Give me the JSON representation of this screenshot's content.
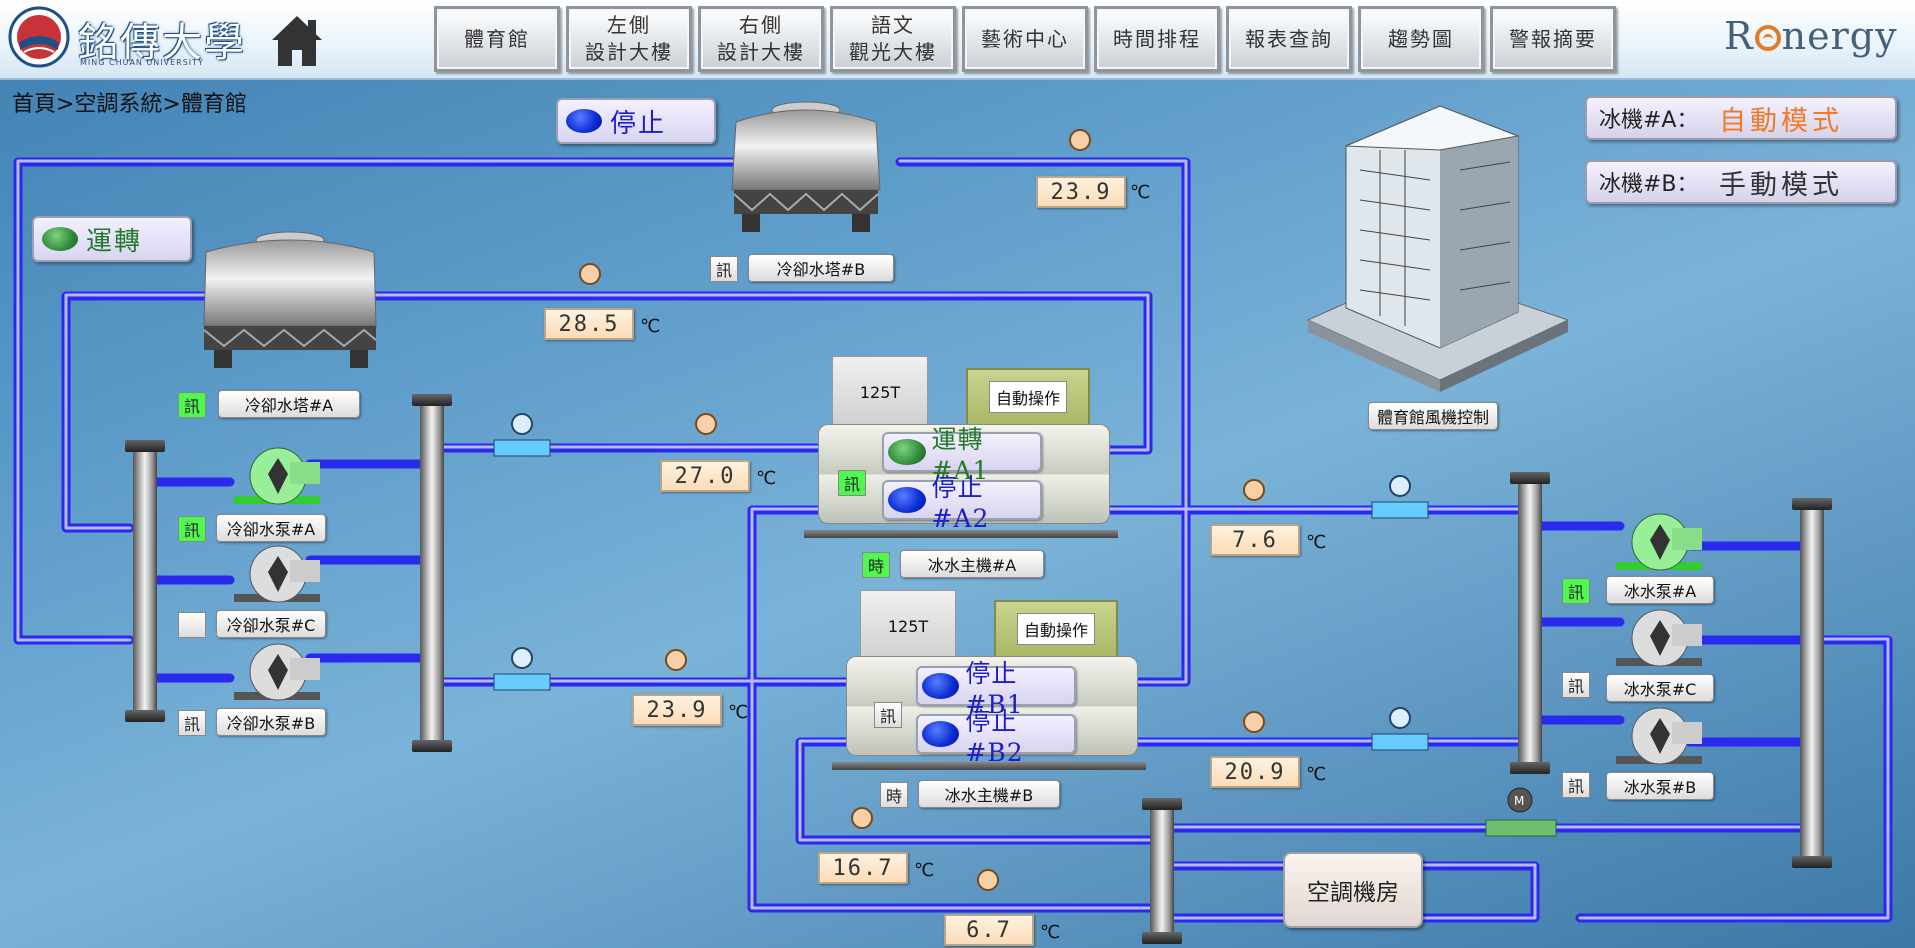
{
  "header": {
    "logo_text": "銘傳大學",
    "logo_sub": "MING CHUAN UNIVERSITY",
    "nav": [
      {
        "label": "體育館"
      },
      {
        "label": "左側\n設計大樓"
      },
      {
        "label": "右側\n設計大樓"
      },
      {
        "label": "語文\n觀光大樓"
      },
      {
        "label": "藝術中心"
      },
      {
        "label": "時間排程"
      },
      {
        "label": "報表查詢"
      },
      {
        "label": "趨勢圖"
      },
      {
        "label": "警報摘要"
      }
    ],
    "brand": {
      "pre": "R",
      "post": "nergy"
    }
  },
  "breadcrumb": "首頁>空調系統>體育館",
  "status": {
    "tower_b": {
      "text": "停止",
      "state": "stop"
    },
    "tower_a": {
      "text": "運轉",
      "state": "run"
    }
  },
  "chiller_modes": [
    {
      "label": "冰機#A：",
      "value": "自動模式",
      "color": "#f07a2a"
    },
    {
      "label": "冰機#B：",
      "value": "手動模式",
      "color": "#333333"
    }
  ],
  "building_label": "體育館風機控制",
  "labels": {
    "tower_b": "冷卻水塔#B",
    "tower_a": "冷卻水塔#A",
    "cw_pump_a": "冷卻水泵#A",
    "cw_pump_c": "冷卻水泵#C",
    "cw_pump_b": "冷卻水泵#B",
    "chiller_a": "冰水主機#A",
    "chiller_b": "冰水主機#B",
    "chw_pump_a": "冰水泵#A",
    "chw_pump_c": "冰水泵#C",
    "chw_pump_b": "冰水泵#B"
  },
  "indicators": {
    "msg": "訊",
    "time": "時"
  },
  "chillers": {
    "a": {
      "capacity": "125T",
      "auto": "自動操作",
      "u1": "運轉#A1",
      "u2": "停止#A2"
    },
    "b": {
      "capacity": "125T",
      "auto": "自動操作",
      "u1": "停止#B1",
      "u2": "停止#B2"
    }
  },
  "temps": {
    "t_tower_b": "23.9",
    "t_tower_a": "28.5",
    "t_cw_supply_a": "27.0",
    "t_cw_supply_b": "23.9",
    "t_chw_a": "7.6",
    "t_chw_b": "20.9",
    "t_return_1": "16.7",
    "t_return_2": "6.7"
  },
  "unit": "℃",
  "room_label": "空調機房",
  "colors": {
    "pipe": "#3b3bff",
    "pipe_light": "#9c9cff",
    "indicator_on": "#4ff84f",
    "running": "#2e8b3a",
    "stopped": "#0a2bd4"
  }
}
